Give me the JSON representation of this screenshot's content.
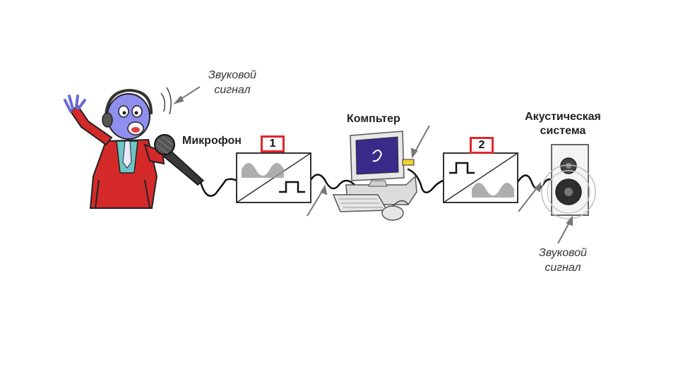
{
  "labels": {
    "sound_signal_top_line1": "Звуковой",
    "sound_signal_top_line2": "сигнал",
    "microphone": "Микрофон",
    "computer": "Компьтер",
    "acoustic_line1": "Акустическая",
    "acoustic_line2": "система",
    "sound_signal_bottom_line1": "Звуковой",
    "sound_signal_bottom_line2": "сигнал"
  },
  "badges": {
    "converter1": "1",
    "converter2": "2"
  },
  "colors": {
    "badge_border": "#e0262a",
    "cable": "#111111",
    "arrow": "#777777",
    "singer_suit": "#d42a2a",
    "converter_wave": "#9a9a9a"
  }
}
